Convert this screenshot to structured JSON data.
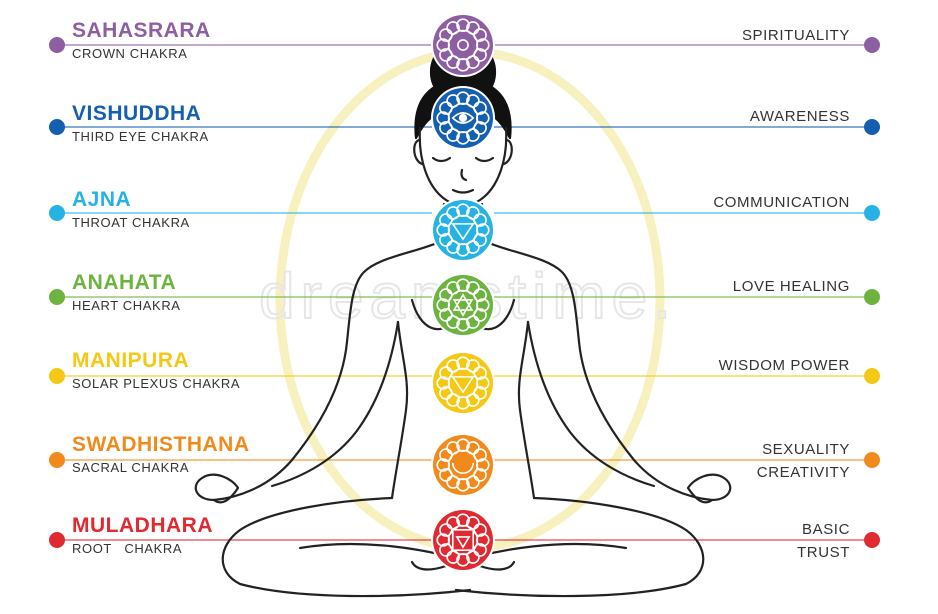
{
  "colors": {
    "outline": "#222222",
    "aura": "#f6efb8",
    "watermark": "#e6e6e6"
  },
  "watermark_text": "dreamstime.",
  "chakras": [
    {
      "id": "crown",
      "name": "SAHASRARA",
      "subtitle": "CROWN CHAKRA",
      "quality": [
        "SPIRITUALITY"
      ],
      "color": "#8e5ea2",
      "icon": "lotus-flower-icon"
    },
    {
      "id": "third-eye",
      "name": "VISHUDDHA",
      "subtitle": "THIRD EYE CHAKRA",
      "quality": [
        "AWARENESS"
      ],
      "color": "#155fb0",
      "icon": "eye-icon"
    },
    {
      "id": "throat",
      "name": "AJNA",
      "subtitle": "THROAT CHAKRA",
      "quality": [
        "COMMUNICATION"
      ],
      "color": "#26b3e4",
      "icon": "triangle-circle-icon"
    },
    {
      "id": "heart",
      "name": "ANAHATA",
      "subtitle": "HEART CHAKRA",
      "quality": [
        "LOVE HEALING"
      ],
      "color": "#6db33f",
      "icon": "hexagram-icon"
    },
    {
      "id": "solar-plexus",
      "name": "MANIPURA",
      "subtitle": "SOLAR PLEXUS CHAKRA",
      "quality": [
        "WISDOM POWER"
      ],
      "color": "#f4c814",
      "icon": "inverted-triangle-icon"
    },
    {
      "id": "sacral",
      "name": "SWADHISTHANA",
      "subtitle": "SACRAL CHAKRA",
      "quality": [
        "SEXUALITY",
        "CREATIVITY"
      ],
      "color": "#f18a1c",
      "icon": "crescent-moon-icon"
    },
    {
      "id": "root",
      "name": "MULADHARA",
      "subtitle": "ROOT   CHAKRA",
      "quality": [
        "BASIC",
        "TRUST"
      ],
      "color": "#e02a32",
      "icon": "square-triangle-icon"
    }
  ]
}
